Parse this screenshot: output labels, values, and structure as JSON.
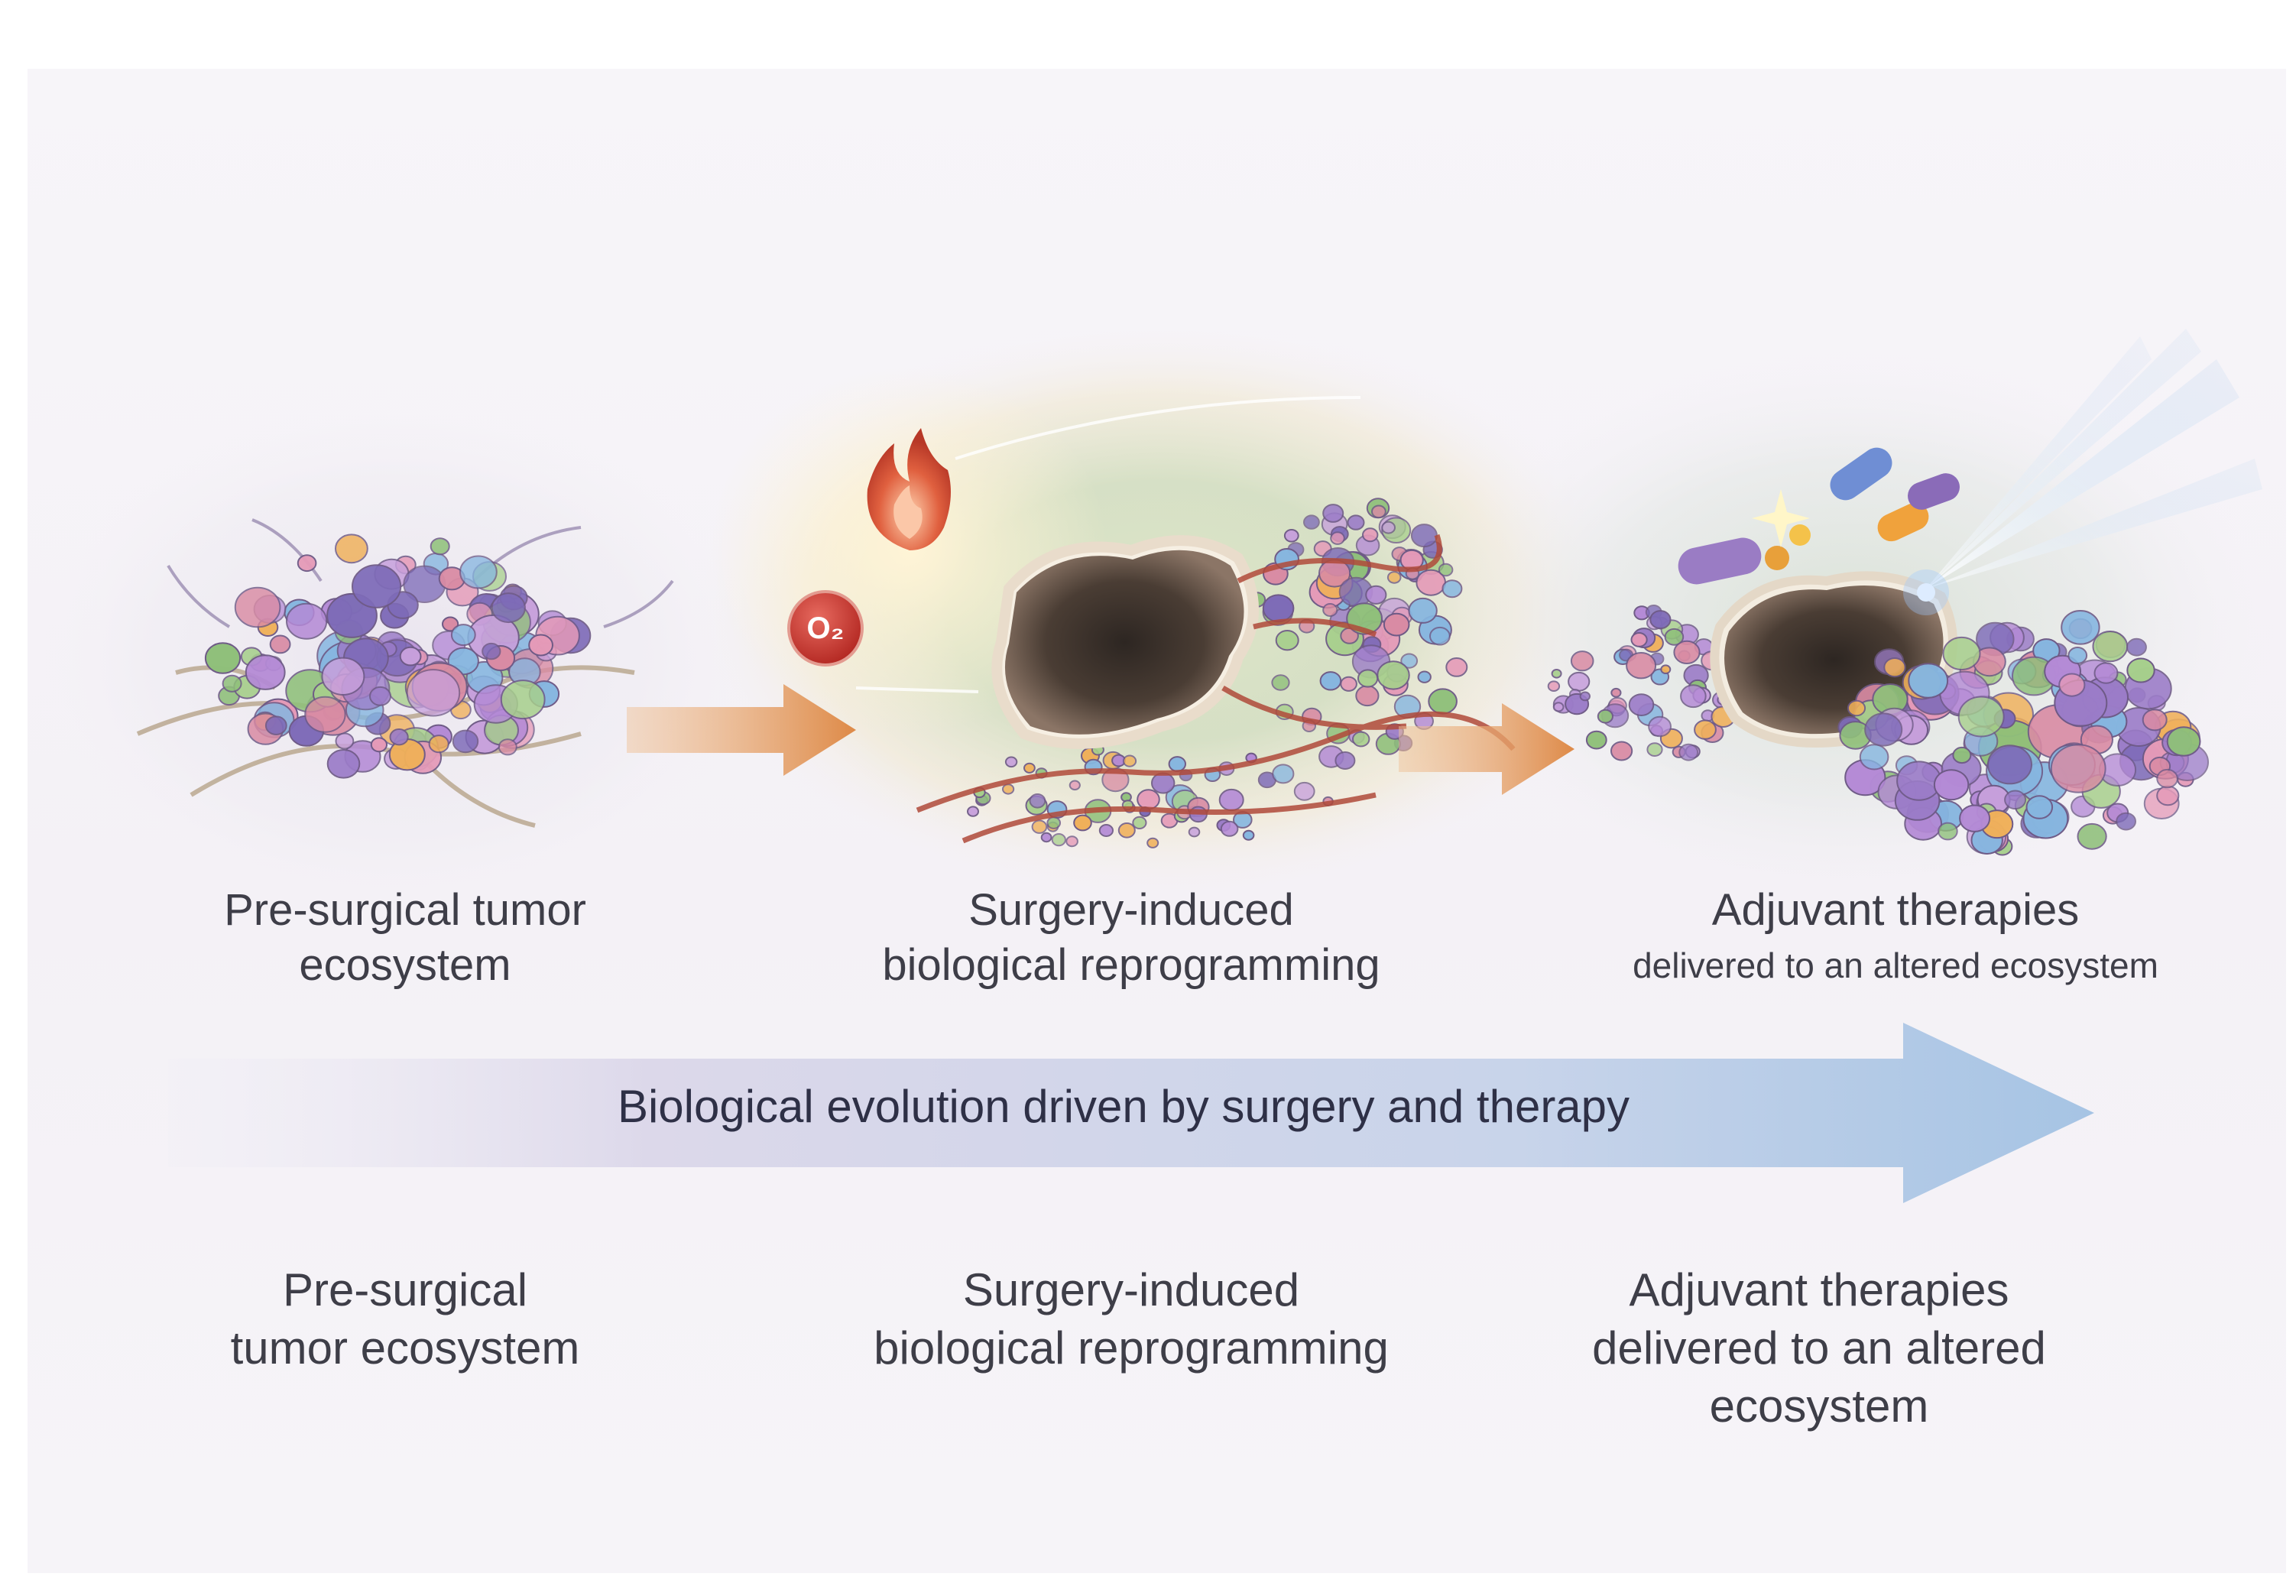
{
  "diagram": {
    "stages": [
      {
        "id": "pre",
        "caption_lines": [
          "Pre-surgical tumor",
          "ecosystem"
        ]
      },
      {
        "id": "surgery",
        "caption_lines": [
          "Surgery-induced",
          "biological reprogramming"
        ]
      },
      {
        "id": "adjuvant",
        "caption_lines": [
          "Adjuvant therapies",
          "delivered to an altered ecosystem"
        ]
      }
    ],
    "banner_text": "Biological evolution driven by surgery and therapy",
    "bottom_labels": [
      {
        "lines": [
          "Pre-surgical",
          "tumor ecosystem"
        ]
      },
      {
        "lines": [
          "Surgery-induced",
          "biological reprogramming"
        ]
      },
      {
        "lines": [
          "Adjuvant therapies",
          "delivered to an altered",
          "ecosystem"
        ]
      }
    ],
    "o2_symbol": "O₂",
    "colors": {
      "arrow_orange": "#e0965a",
      "banner_start": "#e8e4f2",
      "banner_end": "#a9c6e6",
      "vessel_red": "#b04a3a",
      "o2_red": "#c8352e",
      "flame": "#d9503a"
    },
    "icons": [
      "tumor-cell-cluster-icon",
      "surgical-cavity-icon",
      "flame-icon",
      "oxygen-icon",
      "capsule-icon",
      "light-beam-icon",
      "blood-vessel-icon"
    ]
  }
}
